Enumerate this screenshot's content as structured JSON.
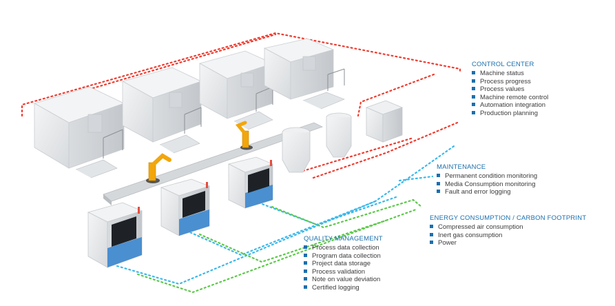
{
  "colors": {
    "control_center": "#ef3b2f",
    "maintenance": "#3bb8ea",
    "energy": "#5cc94a",
    "heading": "#1b6fae",
    "text": "#3c3c3c",
    "machine_body": "#e9ecef",
    "machine_accent": "#4a8fd0",
    "robot": "#f2a60c"
  },
  "icons": {
    "bullet": "square-bullet-icon"
  },
  "sections": {
    "control_center": {
      "title": "CONTROL CENTER",
      "items": [
        "Machine status",
        "Process progress",
        "Process values",
        "Machine remote control",
        "Automation integration",
        "Production planning"
      ]
    },
    "maintenance": {
      "title": "MAINTENANCE",
      "items": [
        "Permanent condition monitoring",
        "Media Consumption monitoring",
        "Fault and error logging"
      ]
    },
    "energy": {
      "title": "ENERGY CONSUMPTION / CARBON FOOTPRINT",
      "items": [
        "Compressed air consumption",
        "Inert gas consumption",
        "Power"
      ]
    },
    "quality": {
      "title": "QUALITY MANAGEMENT",
      "items": [
        "Process data collection",
        "Program data collection",
        "Project data storage",
        "Process validation",
        "Note on value deviation",
        "Certified logging"
      ]
    }
  }
}
